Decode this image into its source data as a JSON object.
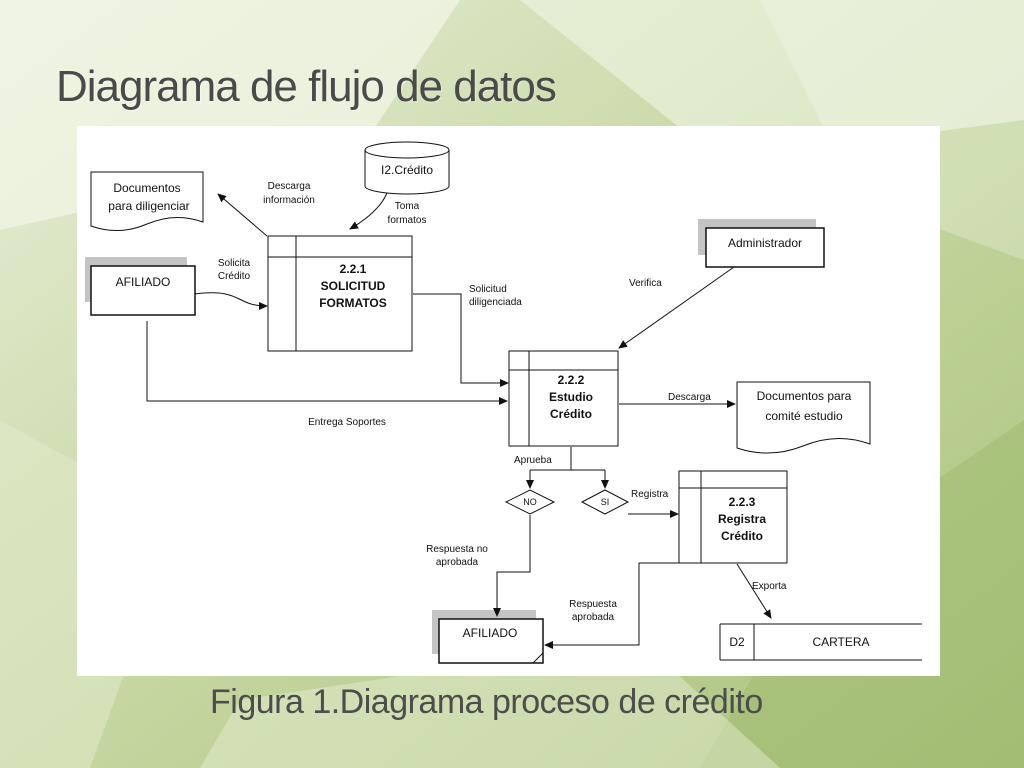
{
  "slide": {
    "title": "Diagrama de flujo de datos",
    "caption": "Figura 1.Diagrama proceso de crédito"
  },
  "diagram": {
    "store_credito": "I2.Crédito",
    "doc_diligenciar": [
      "Documentos",
      "para diligenciar"
    ],
    "doc_comite": [
      "Documentos para",
      "comité estudio"
    ],
    "entity_afiliado_top": "AFILIADO",
    "entity_administrador": "Administrador",
    "entity_afiliado_bottom": "AFILIADO",
    "process_221": [
      "2.2.1",
      "SOLICITUD",
      "FORMATOS"
    ],
    "process_222": [
      "2.2.2",
      "Estudio",
      "Crédito"
    ],
    "process_223": [
      "2.2.3",
      "Registra",
      "Crédito"
    ],
    "decision_no": "NO",
    "decision_si": "SI",
    "store_cartera": {
      "id": "D2",
      "name": "CARTERA"
    },
    "flows": {
      "descarga_informacion": [
        "Descarga",
        "información"
      ],
      "toma_formatos": [
        "Toma",
        "formatos"
      ],
      "solicita_credito": [
        "Solicita",
        "Crédito"
      ],
      "solicitud_diligenciada": [
        "Solicitud",
        "diligenciada"
      ],
      "verifica": "Verifica",
      "entrega_soportes": "Entrega Soportes",
      "descarga": "Descarga",
      "aprueba": "Aprueba",
      "registra": "Registra",
      "respuesta_no_aprobada": [
        "Respuesta no",
        "aprobada"
      ],
      "respuesta_aprobada": [
        "Respuesta",
        "aprobada"
      ],
      "exporta": "Exporta"
    }
  }
}
